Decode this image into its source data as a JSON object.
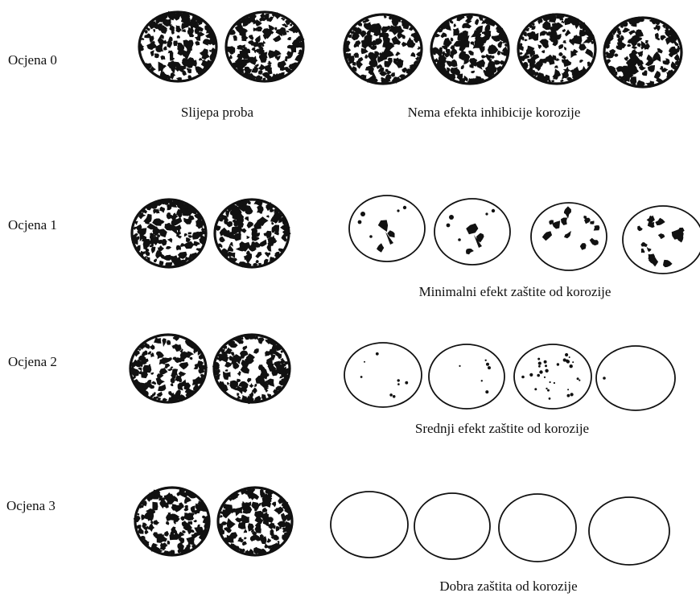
{
  "colors": {
    "ink": "#111111",
    "background": "#ffffff"
  },
  "rows": [
    {
      "grade_label": "Ocjena 0",
      "blank_caption": "Slijepa proba",
      "result_caption": "Nema efekta inhibicije korozije",
      "blank_specimens": [
        {
          "corrosion": "heavy"
        },
        {
          "corrosion": "heavy"
        }
      ],
      "test_specimens": [
        {
          "corrosion": "heavy"
        },
        {
          "corrosion": "heavy"
        },
        {
          "corrosion": "heavy"
        },
        {
          "corrosion": "heavy"
        }
      ]
    },
    {
      "grade_label": "Ocjena 1",
      "blank_caption": "",
      "result_caption": "Minimalni efekt zaštite od korozije",
      "blank_specimens": [
        {
          "corrosion": "heavy"
        },
        {
          "corrosion": "heavy"
        }
      ],
      "test_specimens": [
        {
          "corrosion": "scattered-patches"
        },
        {
          "corrosion": "scattered-patches"
        },
        {
          "corrosion": "large-spots"
        },
        {
          "corrosion": "large-spots"
        }
      ]
    },
    {
      "grade_label": "Ocjena 2",
      "blank_caption": "",
      "result_caption": "Srednji efekt zaštite od korozije",
      "blank_specimens": [
        {
          "corrosion": "heavy"
        },
        {
          "corrosion": "heavy"
        }
      ],
      "test_specimens": [
        {
          "corrosion": "few-dots"
        },
        {
          "corrosion": "few-dots"
        },
        {
          "corrosion": "many-dots"
        },
        {
          "corrosion": "single-dot"
        }
      ]
    },
    {
      "grade_label": "Ocjena 3",
      "blank_caption": "",
      "result_caption": "Dobra zaštita od korozije",
      "blank_specimens": [
        {
          "corrosion": "heavy"
        },
        {
          "corrosion": "heavy"
        }
      ],
      "test_specimens": [
        {
          "corrosion": "none"
        },
        {
          "corrosion": "none"
        },
        {
          "corrosion": "none"
        },
        {
          "corrosion": "none"
        }
      ]
    }
  ]
}
